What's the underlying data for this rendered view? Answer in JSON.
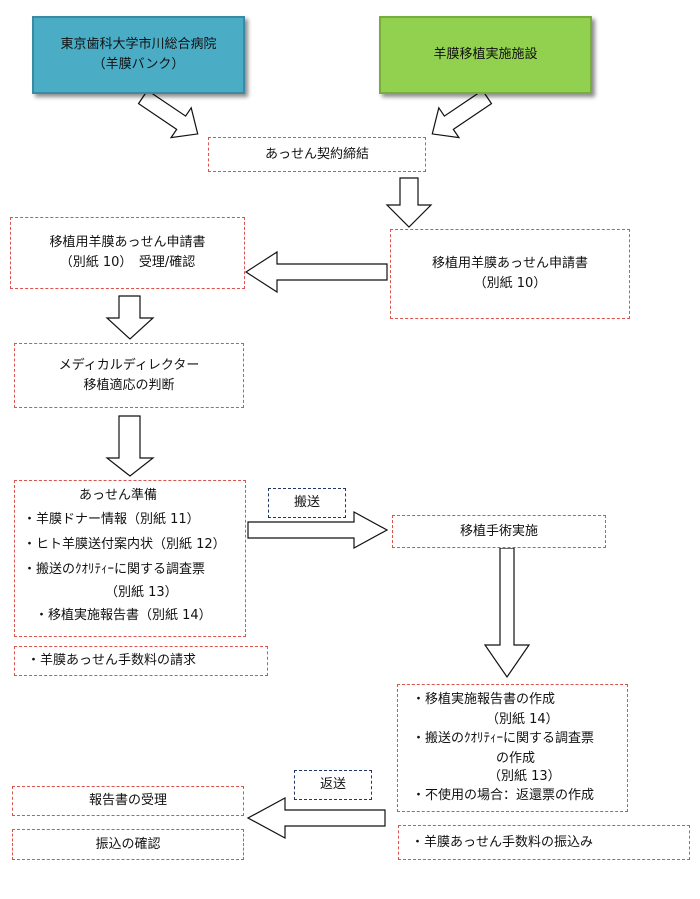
{
  "bank": {
    "line1": "東京歯科大学市川総合病院",
    "line2": "（羊膜バンク）"
  },
  "facility": {
    "label": "羊膜移植実施施設"
  },
  "contract": {
    "label": "あっせん契約締結"
  },
  "application": {
    "line1": "移植用羊膜あっせん申請書",
    "line2": "（別紙 10）"
  },
  "receipt": {
    "line1": "移植用羊膜あっせん申請書",
    "line2": "（別紙 10）　受理/確認"
  },
  "medical_director": {
    "line1": "メディカルディレクター",
    "line2": "移植適応の判断"
  },
  "preparation": {
    "title": "あっせん準備",
    "items": [
      "・羊膜ドナー情報（別紙 11）",
      "・ヒト羊膜送付案内状（別紙 12）",
      "・搬送のｸｵﾘﾃｨｰに関する調査票",
      "（別紙 13）",
      "・移植実施報告書（別紙 14）"
    ]
  },
  "fee_request": {
    "label": "・羊膜あっせん手数料の請求"
  },
  "transport": {
    "label": "搬送"
  },
  "surgery": {
    "label": "移植手術実施"
  },
  "reports": {
    "items": [
      "・移植実施報告書の作成",
      "（別紙 14）",
      "・搬送のｸｵﾘﾃｨｰに関する調査票",
      "の作成",
      "（別紙 13）",
      "・不使用の場合：返還票の作成"
    ]
  },
  "return_send": {
    "label": "返送"
  },
  "report_receipt": {
    "label": "報告書の受理"
  },
  "transfer_confirm": {
    "label": "振込の確認"
  },
  "fee_transfer": {
    "label": "・羊膜あっせん手数料の振込み"
  },
  "colors": {
    "bank": "#4bacc6",
    "facility": "#92d050",
    "dashed_border": "#d9534f",
    "tag_border": "#1f3864"
  }
}
